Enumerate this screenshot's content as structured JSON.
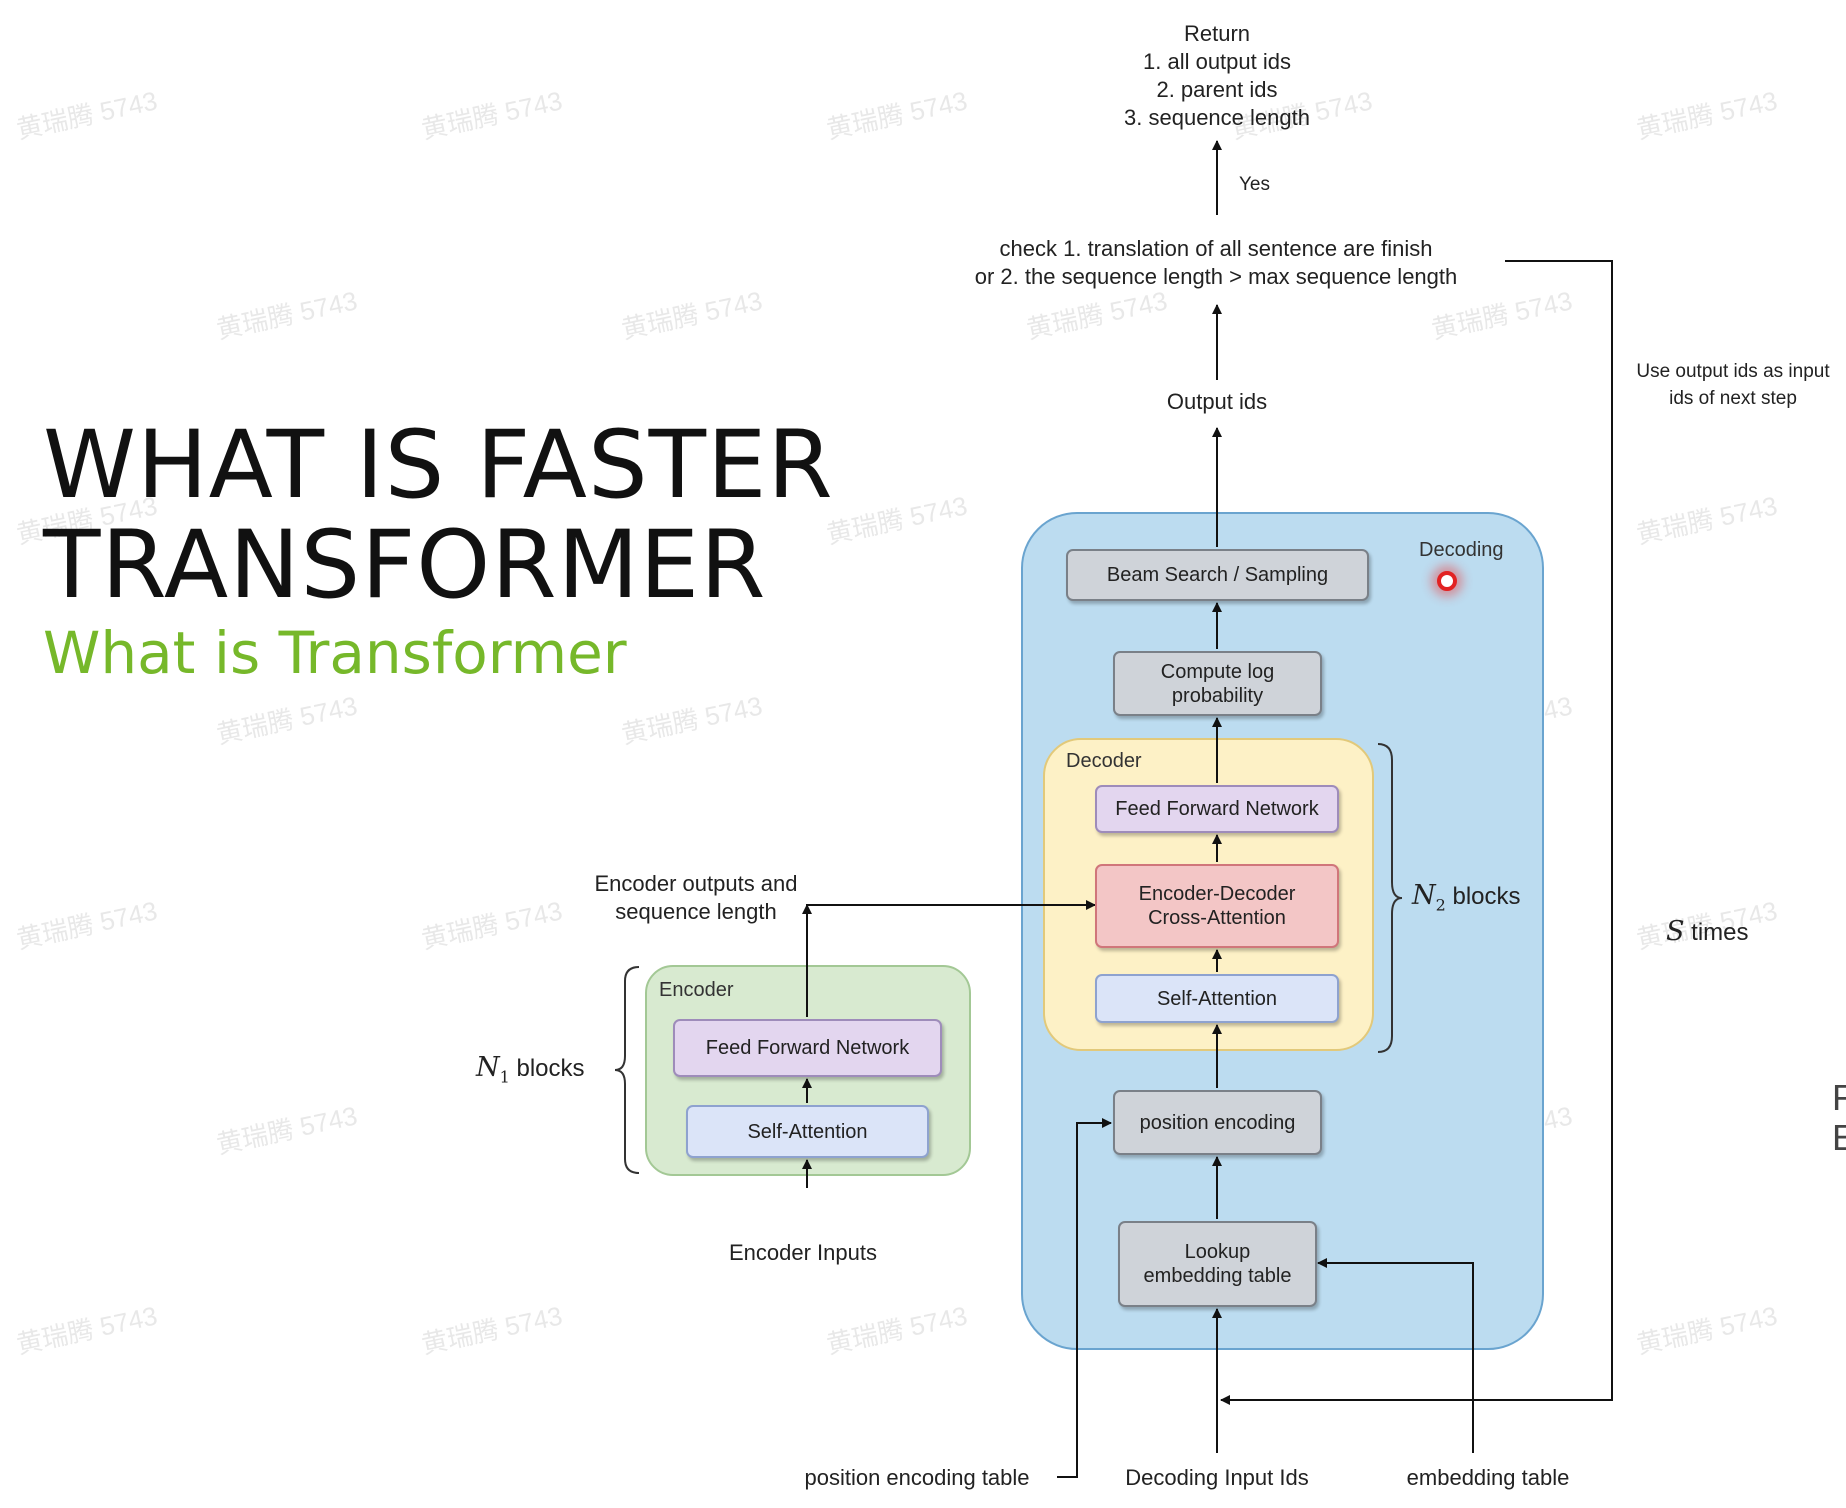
{
  "slide": {
    "title_line1": "WHAT IS FASTER",
    "title_line2": "TRANSFORMER",
    "subtitle": "What is Transformer"
  },
  "diagram": {
    "return_title": "Return",
    "return_item1": "1. all output ids",
    "return_item2": "2. parent ids",
    "return_item3": "3. sequence length",
    "yes_label": "Yes",
    "check_line1": "check 1. translation of all sentence are finish",
    "check_line2": "or 2. the sequence length > max sequence length",
    "output_ids": "Output ids",
    "loop_note_line1": "Use output ids as input",
    "loop_note_line2": "ids of next step",
    "s_times_var": "S",
    "s_times_suffix": "times",
    "decoding_label": "Decoding",
    "beam_search": "Beam Search / Sampling",
    "compute_log_line1": "Compute log",
    "compute_log_line2": "probability",
    "decoder_label": "Decoder",
    "decoder_ffn": "Feed Forward Network",
    "cross_attn_line1": "Encoder-Decoder",
    "cross_attn_line2": "Cross-Attention",
    "decoder_self_attn": "Self-Attention",
    "n2_var": "N",
    "n2_sub": "2",
    "n2_suffix": "blocks",
    "position_encoding": "position encoding",
    "lookup_line1": "Lookup",
    "lookup_line2": "embedding table",
    "encoder_outputs_line1": "Encoder outputs and",
    "encoder_outputs_line2": "sequence length",
    "encoder_label": "Encoder",
    "encoder_ffn": "Feed Forward Network",
    "encoder_self_attn": "Self-Attention",
    "n1_var": "N",
    "n1_sub": "1",
    "n1_suffix": "blocks",
    "encoder_inputs": "Encoder Inputs",
    "position_encoding_table": "position encoding table",
    "decoding_input_ids": "Decoding Input Ids",
    "embedding_table": "embedding table"
  },
  "watermark": "黄瑞腾 5743",
  "edge_text": {
    "line1": "F",
    "line2": "E"
  },
  "colors": {
    "subtitle": "#76b82a",
    "decoding_fill": "#bcdcf0",
    "decoder_fill": "#fdf1c6",
    "encoder_fill": "#d8ead0",
    "gray_box": "#cfd3d9",
    "purple_box": "#e3d6ef",
    "pink_box": "#f3c6c6",
    "blue_box": "#dbe4f8",
    "marker": "#e22222"
  }
}
